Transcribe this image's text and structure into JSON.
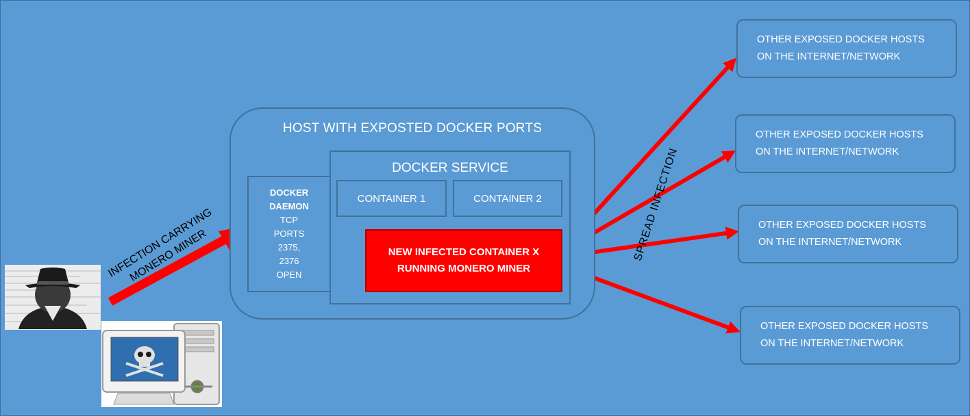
{
  "colors": {
    "background": "#5b9bd5",
    "border": "#41719c",
    "arrow": "#ff0000",
    "infected_fill": "#ff0000",
    "text": "#ffffff"
  },
  "labels": {
    "infection": [
      "INFECTION CARRYING",
      "MONERO MINER"
    ],
    "spread": "SPREAD INFECTION"
  },
  "host": {
    "title": "HOST WITH EXPOSTED DOCKER PORTS",
    "daemon": {
      "title_lines": [
        "DOCKER",
        "DAEMON"
      ],
      "detail_lines": [
        "TCP",
        "PORTS",
        "2375,",
        "2376",
        "OPEN"
      ]
    },
    "service": {
      "title": "DOCKER SERVICE",
      "containers": [
        "CONTAINER 1",
        "CONTAINER 2"
      ],
      "infected_lines": [
        "NEW INFECTED CONTAINER X",
        "RUNNING MONERO MINER"
      ]
    }
  },
  "other_hosts": [
    [
      "OTHER EXPOSED DOCKER HOSTS",
      "ON THE INTERNET/NETWORK"
    ],
    [
      "OTHER EXPOSED DOCKER HOSTS",
      "ON THE INTERNET/NETWORK"
    ],
    [
      "OTHER EXPOSED DOCKER HOSTS",
      "ON THE INTERNET/NETWORK"
    ],
    [
      "OTHER EXPOSED DOCKER HOSTS",
      "ON THE INTERNET/NETWORK"
    ]
  ],
  "icons": {
    "attacker": "hacker-icon",
    "infected_computer": "skull-computer-icon"
  }
}
